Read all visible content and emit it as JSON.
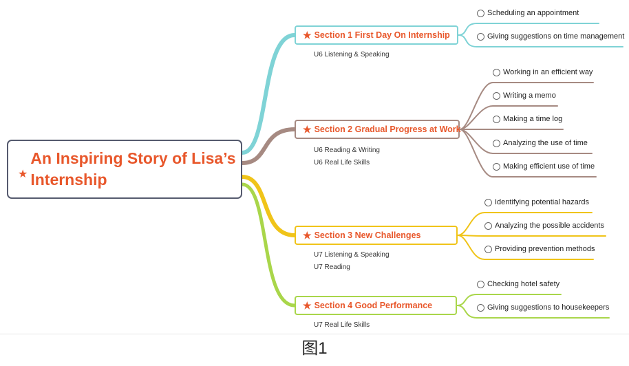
{
  "root": {
    "title": "An Inspiring Story of Lisa’s Internship"
  },
  "sections": [
    {
      "label": "Section 1  First Day On Internship",
      "color": "#7fd3d6",
      "units": [
        "U6 Listening & Speaking"
      ],
      "leaves": [
        "Scheduling an appointment",
        "Giving suggestions on time management"
      ]
    },
    {
      "label": "Section 2  Gradual Progress at Work",
      "color": "#a68a82",
      "units": [
        "U6 Reading & Writing",
        "U6 Real Life Skills"
      ],
      "leaves": [
        "Working in an efficient way",
        "Writing a memo",
        "Making a time log",
        "Analyzing the use of time",
        "Making efficient use of time"
      ]
    },
    {
      "label": "Section 3  New Challenges",
      "color": "#f0c419",
      "units": [
        "U7 Listening & Speaking",
        "U7 Reading"
      ],
      "leaves": [
        "Identifying potential hazards",
        "Analyzing the possible accidents",
        "Providing prevention methods"
      ]
    },
    {
      "label": "Section 4  Good Performance",
      "color": "#a9d64a",
      "units": [
        "U7 Real Life Skills"
      ],
      "leaves": [
        "Checking hotel safety",
        "Giving suggestions to housekeepers"
      ]
    }
  ],
  "caption": "图1",
  "colors": {
    "accent": "#e8572b",
    "root_border": "#555a6e"
  }
}
